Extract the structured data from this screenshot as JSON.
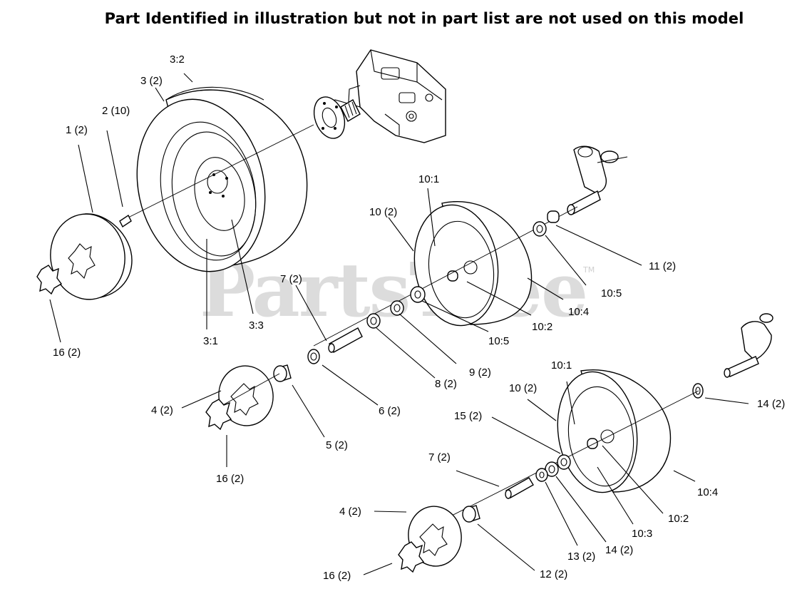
{
  "header": {
    "title": "Part Identified in illustration but not in part list are not used on this model"
  },
  "watermark": {
    "text": "PartsTree",
    "trademark": "TM"
  },
  "callouts": {
    "c_3_2": "3:2",
    "c_3": "3 (2)",
    "c_2": "2 (10)",
    "c_1": "1 (2)",
    "c_16a": "16 (2)",
    "c_3_1": "3:1",
    "c_3_3": "3:3",
    "c_10_1a": "10:1",
    "c_10a": "10 (2)",
    "c_11": "11 (2)",
    "c_10_5a": "10:5",
    "c_10_4a": "10:4",
    "c_10_2a": "10:2",
    "c_10_5b": "10:5",
    "c_7a": "7 (2)",
    "c_9": "9 (2)",
    "c_8": "8 (2)",
    "c_6": "6 (2)",
    "c_5": "5 (2)",
    "c_4a": "4 (2)",
    "c_16b": "16 (2)",
    "c_10_1b": "10:1",
    "c_10b": "10 (2)",
    "c_15": "15 (2)",
    "c_14a": "14 (2)",
    "c_7b": "7 (2)",
    "c_10_4b": "10:4",
    "c_10_2b": "10:2",
    "c_10_3": "10:3",
    "c_14b": "14 (2)",
    "c_13": "13 (2)",
    "c_4b": "4 (2)",
    "c_12": "12 (2)",
    "c_16c": "16 (2)"
  }
}
